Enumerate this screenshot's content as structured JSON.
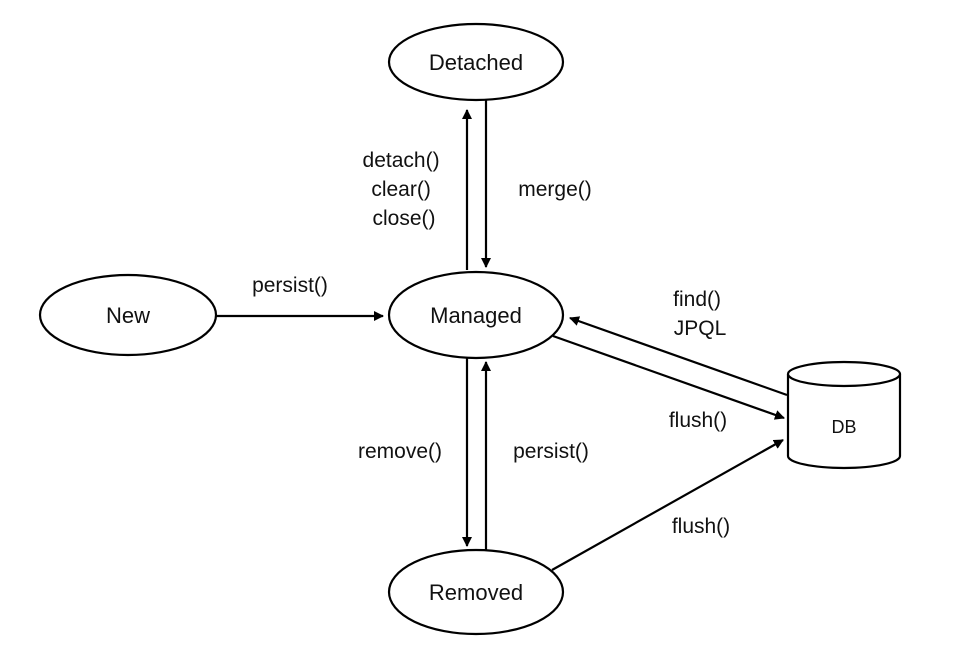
{
  "nodes": {
    "detached": "Detached",
    "new": "New",
    "managed": "Managed",
    "removed": "Removed",
    "db": "DB"
  },
  "edges": {
    "detach_lines": [
      "detach()",
      "clear()",
      "close()"
    ],
    "merge": "merge()",
    "persist_from_new": "persist()",
    "find_lines": [
      "find()",
      "JPQL"
    ],
    "flush_managed": "flush()",
    "remove": "remove()",
    "persist_from_removed": "persist()",
    "flush_removed": "flush()"
  },
  "colors": {
    "stroke": "#000000",
    "background": "#ffffff",
    "text": "#111111"
  }
}
